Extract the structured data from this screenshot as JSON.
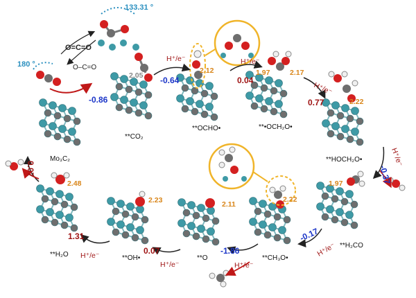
{
  "angles": {
    "top": "133.31 °",
    "left": "180 °"
  },
  "molecules": {
    "co2_linear": "O=C=O",
    "co2_bent": "O–C=O"
  },
  "step_labels": {
    "s1": "H⁺/e⁻",
    "s2": "H⁺/e⁻",
    "s3": "H⁺/e⁻",
    "s4": "H⁺/e⁻",
    "s5": "H⁺/e⁻",
    "s6": "H⁺/e⁻",
    "s7": "H⁺/e⁻",
    "s8": "H⁺/e⁻"
  },
  "energies": {
    "e_co2_ads": "-0.86",
    "e_ocho": "-0.64",
    "e_och2o": "0.04",
    "e_hoch2o": "0.77",
    "e_h2co": "-0.37",
    "e_ch3o": "-0.17",
    "e_o": "-1.86",
    "e_oh": "0.07",
    "e_h2o": "1.31",
    "e_desorb": "0.07"
  },
  "distances": {
    "d_co2": "2.05",
    "d_ocho": "2.12",
    "d_och2o_a": "1.97",
    "d_och2o_b": "2.17",
    "d_hoch2o": "2.22",
    "d_h2co": "1.97",
    "d_ch3o": "2.22",
    "d_o": "2.11",
    "d_oh": "2.23",
    "d_h2o": "2.48"
  },
  "states": {
    "co2": "**CO₂",
    "ocho": "**OCHO•",
    "och2o": "**•OCH₂O•",
    "hoch2o": "**HOCH₂O•",
    "h2co": "**H₂CO",
    "ch3o": "**CH₃O•",
    "o": "**O",
    "oh": "**OH•",
    "h2o": "**H₂O",
    "substrate": "Mo₃C₂"
  },
  "colors": {
    "mo": "#3e9aa6",
    "c": "#6e6e6e",
    "o": "#d42020",
    "h": "#f0f0f0",
    "blue_value": "#1b35c8",
    "red_value": "#9e1212",
    "distance": "#d9861a",
    "angle": "#2a8fbf",
    "highlight": "#f0b429"
  }
}
